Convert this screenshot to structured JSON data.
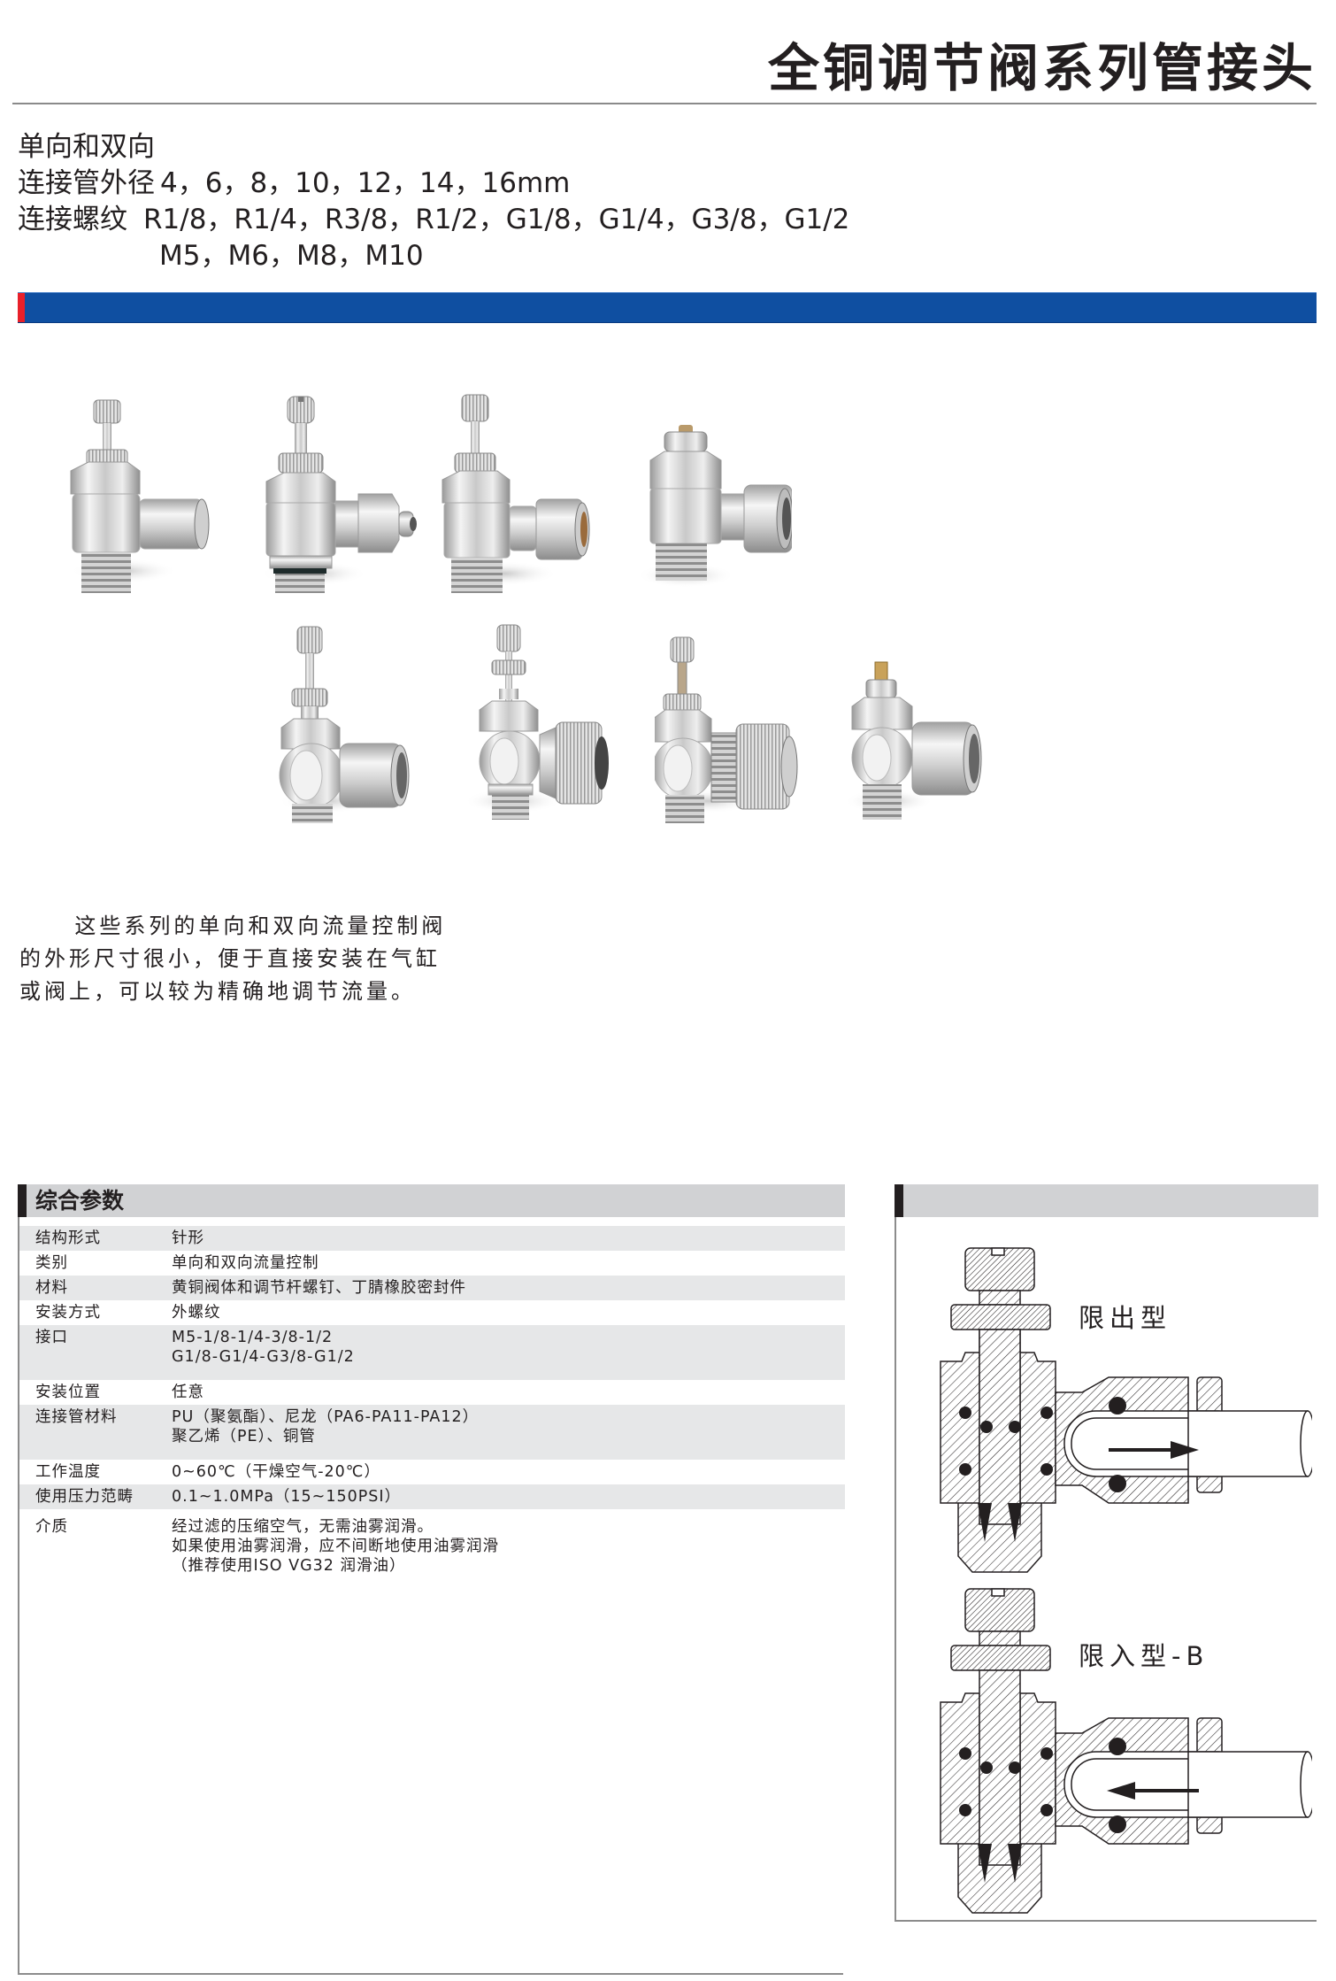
{
  "header": {
    "title": "全铜调节阀系列管接头"
  },
  "specs": {
    "direction": "单向和双向",
    "tube_od_label": "连接管外径",
    "tube_od_value": "4，6，8，10，12，14，16mm",
    "thread_label": "连接螺纹",
    "thread_value_1": "R1/8，R1/4，R3/8，R1/2，G1/8，G1/4，G3/8，G1/2",
    "thread_value_2": "M5，M6，M8，M10"
  },
  "colors": {
    "bar_blue": "#0f4fa1",
    "bar_red": "#e8202a",
    "header_gray": "#d1d2d4",
    "row_shade": "#e6e7e8",
    "text": "#231f20"
  },
  "products": {
    "row1": [
      "push-in-elbow-knurled",
      "compression-elbow-slotted",
      "compression-union-elbow",
      "female-thread-elbow-slot"
    ],
    "row2": [
      "push-in-round-body",
      "knurled-nut-round-body",
      "compression-round-body",
      "female-round-body"
    ]
  },
  "description": {
    "text": "这些系列的单向和双向流量控制阀的外形尺寸很小，便于直接安装在气缸或阀上，可以较为精确地调节流量。"
  },
  "params": {
    "title": "综合参数",
    "rows": [
      {
        "key": "结构形式",
        "value": "针形"
      },
      {
        "key": "类别",
        "value": "单向和双向流量控制"
      },
      {
        "key": "材料",
        "value": "黄铜阀体和调节杆螺钉、丁腈橡胶密封件"
      },
      {
        "key": "安装方式",
        "value": "外螺纹"
      },
      {
        "key": "接口",
        "value": "M5-1/8-1/4-3/8-1/2\nG1/8-G1/4-G3/8-G1/2"
      },
      {
        "key": "安装位置",
        "value": "任意"
      },
      {
        "key": "连接管材料",
        "value": "PU（聚氨酯）、尼龙（PA6-PA11-PA12）\n聚乙烯（PE）、铜管"
      },
      {
        "key": "工作温度",
        "value": "0~60℃（干燥空气-20℃）"
      },
      {
        "key": "使用压力范畴",
        "value": "0.1~1.0MPa（15~150PSI）"
      },
      {
        "key": "介质",
        "value": "经过滤的压缩空气，无需油雾润滑。\n如果使用油雾润滑，应不间断地使用油雾润滑\n（推荐使用ISO VG32 润滑油）"
      }
    ]
  },
  "diagram": {
    "top_label": "限出型",
    "bottom_label": "限入型-B",
    "top_arrow": "right-arrow",
    "bottom_arrow": "left-arrow"
  }
}
